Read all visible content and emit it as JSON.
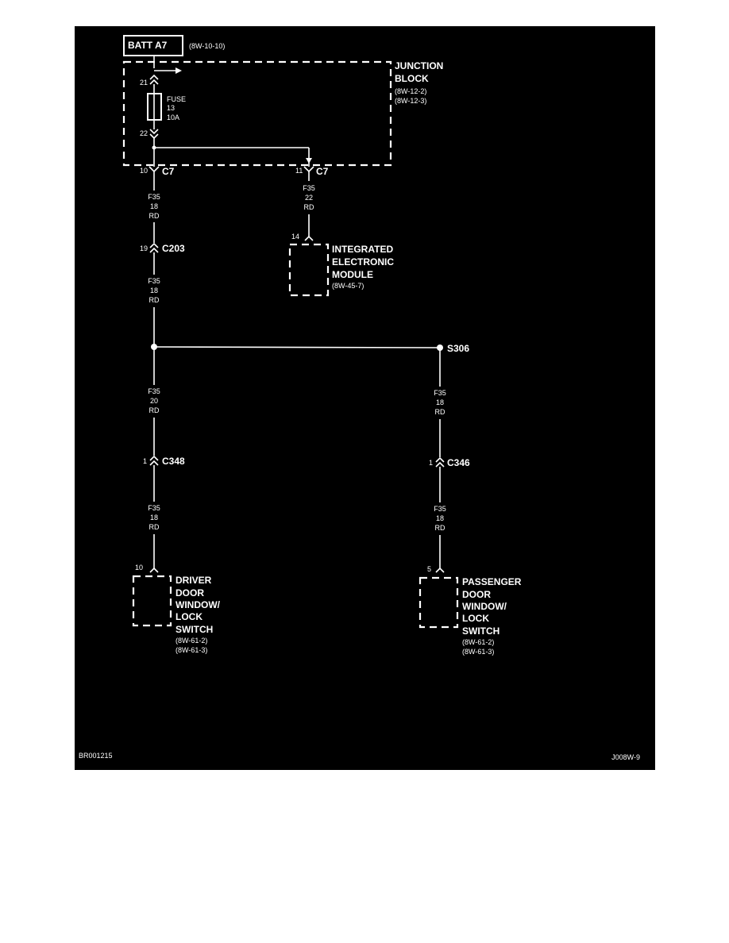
{
  "battery": {
    "label": "BATT A7",
    "ref": "(8W-10-10)"
  },
  "junction_block": {
    "title_line1": "JUNCTION",
    "title_line2": "BLOCK",
    "ref1": "(8W-12-2)",
    "ref2": "(8W-12-3)"
  },
  "fuse": {
    "label": "FUSE",
    "number": "13",
    "rating": "10A",
    "pin_in": "21",
    "pin_out": "22"
  },
  "connectors": {
    "c7_left": {
      "pin": "10",
      "name": "C7"
    },
    "c7_right": {
      "pin": "11",
      "name": "C7"
    },
    "c203": {
      "pin": "19",
      "name": "C203"
    },
    "c348": {
      "pin": "1",
      "name": "C348"
    },
    "c346": {
      "pin": "1",
      "name": "C346"
    }
  },
  "splice": {
    "name": "S306"
  },
  "wires": {
    "w1": {
      "circuit": "F35",
      "gauge": "18",
      "color": "RD"
    },
    "w2": {
      "circuit": "F35",
      "gauge": "22",
      "color": "RD"
    },
    "w3": {
      "circuit": "F35",
      "gauge": "18",
      "color": "RD"
    },
    "w4": {
      "circuit": "F35",
      "gauge": "20",
      "color": "RD"
    },
    "w5": {
      "circuit": "F35",
      "gauge": "18",
      "color": "RD"
    },
    "w6": {
      "circuit": "F35",
      "gauge": "18",
      "color": "RD"
    },
    "w7": {
      "circuit": "F35",
      "gauge": "18",
      "color": "RD"
    }
  },
  "iem": {
    "pin": "14",
    "line1": "INTEGRATED",
    "line2": "ELECTRONIC",
    "line3": "MODULE",
    "ref": "(8W-45-7)"
  },
  "driver_switch": {
    "pin": "10",
    "line1": "DRIVER",
    "line2": "DOOR",
    "line3": "WINDOW/",
    "line4": "LOCK",
    "line5": "SWITCH",
    "ref1": "(8W-61-2)",
    "ref2": "(8W-61-3)"
  },
  "passenger_switch": {
    "pin": "5",
    "line1": "PASSENGER",
    "line2": "DOOR",
    "line3": "WINDOW/",
    "line4": "LOCK",
    "line5": "SWITCH",
    "ref1": "(8W-61-2)",
    "ref2": "(8W-61-3)"
  },
  "footer": {
    "left_code": "BR001215",
    "right_code": "J008W-9"
  },
  "colors": {
    "background": "#000000",
    "ink": "#ffffff",
    "page": "#ffffff"
  }
}
